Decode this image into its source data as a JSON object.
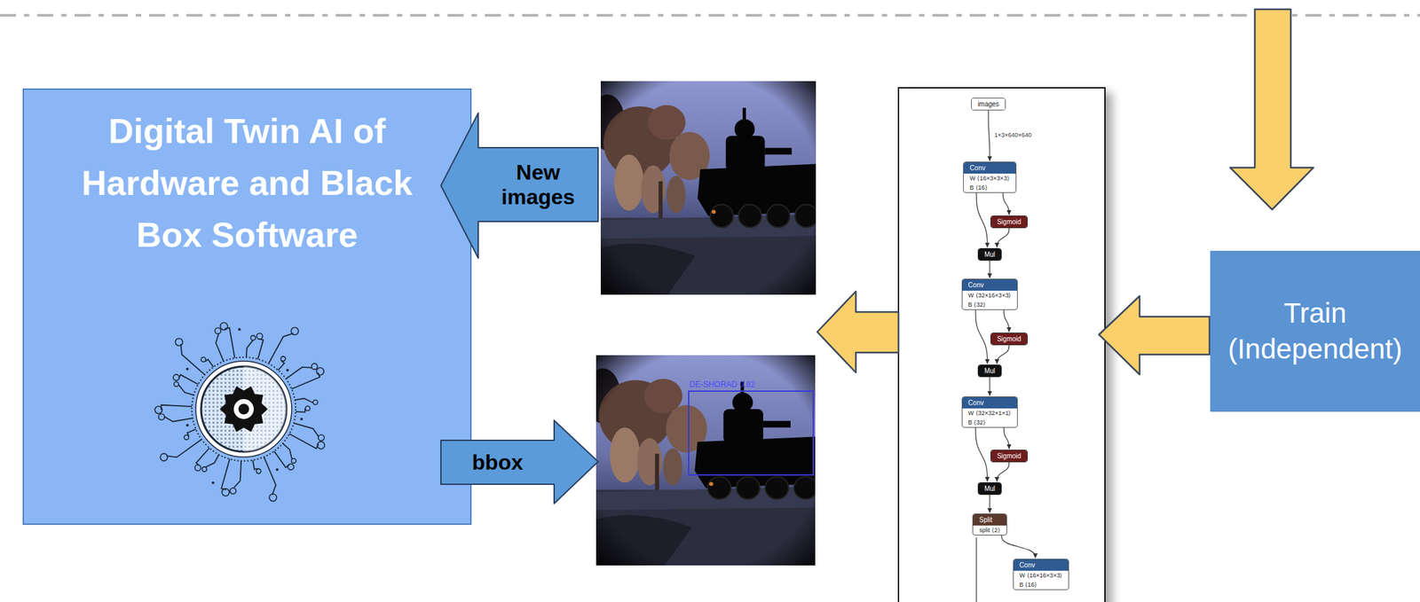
{
  "diagram": {
    "nodes": [
      {
        "text": [
          "Digital Twin AI of Hardware and Black Box Software"
        ]
      },
      {
        "text": [
          "New images"
        ]
      },
      {
        "text": [
          "bbox"
        ]
      },
      {
        "text": [
          "images"
        ]
      },
      {
        "text": [
          "Conv",
          "W ⟨16×3×3×3⟩",
          "B ⟨16⟩"
        ]
      },
      {
        "text": [
          "Sigmoid"
        ]
      },
      {
        "text": [
          "Mul"
        ]
      },
      {
        "text": [
          "Conv",
          "W ⟨32×16×3×3⟩",
          "B ⟨32⟩"
        ]
      },
      {
        "text": [
          "Sigmoid"
        ]
      },
      {
        "text": [
          "Mul"
        ]
      },
      {
        "text": [
          "Conv",
          "W ⟨32×32×1×1⟩",
          "B ⟨32⟩"
        ]
      },
      {
        "text": [
          "Sigmoid"
        ]
      },
      {
        "text": [
          "Mul"
        ]
      },
      {
        "text": [
          "Split",
          "split ⟨2⟩"
        ]
      },
      {
        "text": [
          "Conv",
          "W ⟨16×16×3×3⟩",
          "B ⟨16⟩"
        ]
      },
      {
        "text": [
          "Train",
          "(Independent)"
        ]
      }
    ],
    "edges": [
      {
        "from": 3,
        "to": 4,
        "label": "1×3×640×640",
        "arrow": "to"
      },
      {
        "from": 4,
        "to": 5,
        "arrow": "to"
      },
      {
        "from": 4,
        "to": 6,
        "arrow": "to"
      },
      {
        "from": 5,
        "to": 6,
        "arrow": "to"
      },
      {
        "from": 6,
        "to": 7,
        "arrow": "to"
      },
      {
        "from": 7,
        "to": 8,
        "arrow": "to"
      },
      {
        "from": 7,
        "to": 9,
        "arrow": "to"
      },
      {
        "from": 8,
        "to": 9,
        "arrow": "to"
      },
      {
        "from": 9,
        "to": 10,
        "arrow": "to"
      },
      {
        "from": 10,
        "to": 11,
        "arrow": "to"
      },
      {
        "from": 10,
        "to": 12,
        "arrow": "to"
      },
      {
        "from": 11,
        "to": 12,
        "arrow": "to"
      },
      {
        "from": 12,
        "to": 13,
        "arrow": "to"
      },
      {
        "from": 13,
        "to": 14,
        "arrow": "to"
      }
    ],
    "labels": [
      "DE-SHORAD 0.82"
    ]
  }
}
